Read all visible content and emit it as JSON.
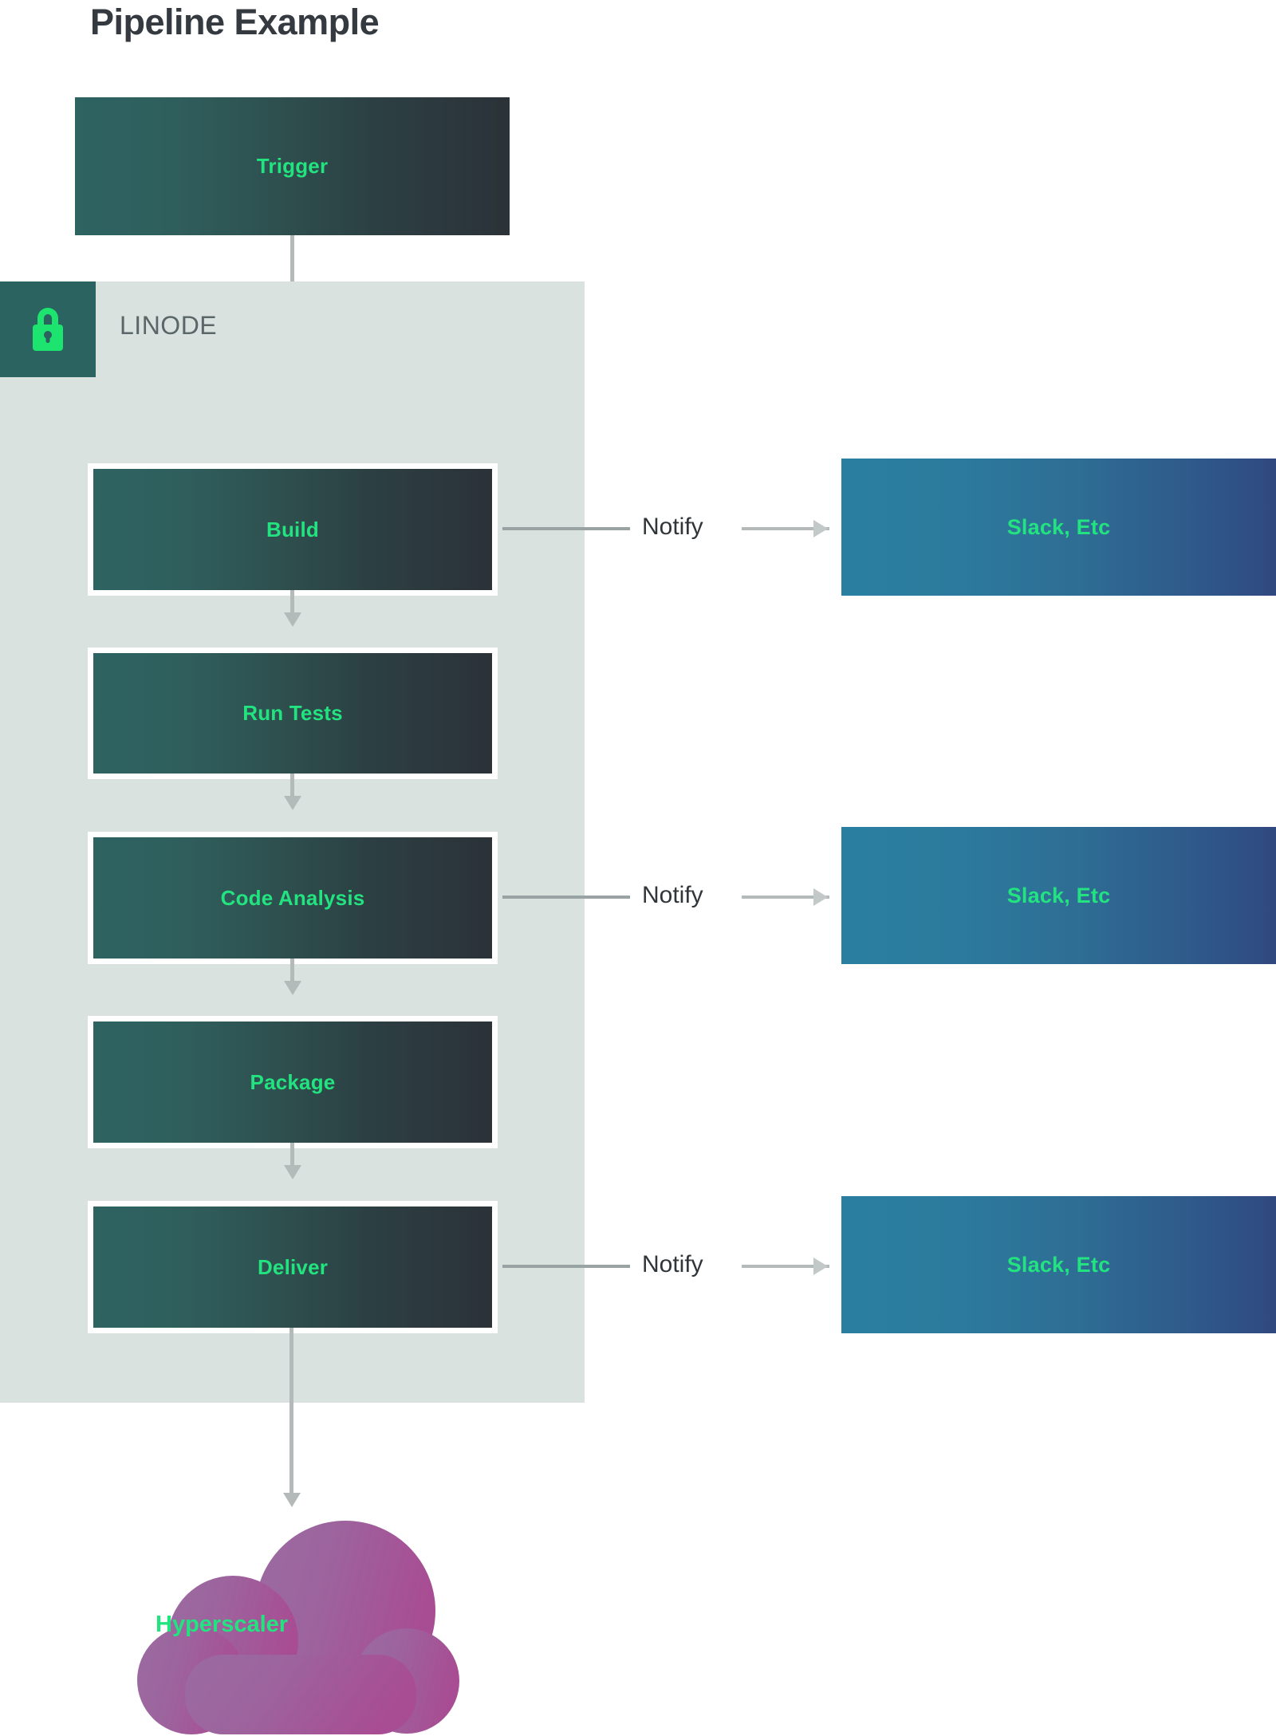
{
  "title": "Pipeline Example",
  "colors": {
    "accent_green": "#22e37f",
    "stage_gradient_start": "#2d6361",
    "stage_gradient_end": "#2b3238",
    "notify_gradient_start": "#2a7fa0",
    "notify_gradient_end": "#30497f",
    "zone_background": "#dae2e0",
    "zone_tab": "#2b6360",
    "connector": "#b4b9b9",
    "title_text": "#343a40",
    "zone_title_text": "#5a6668",
    "cloud_start": "#9a6b9e",
    "cloud_end": "#a34d93"
  },
  "trigger": {
    "label": "Trigger"
  },
  "zone": {
    "name": "LINODE",
    "icon": "lock-icon"
  },
  "stages": [
    {
      "label": "Build"
    },
    {
      "label": "Run Tests"
    },
    {
      "label": "Code Analysis"
    },
    {
      "label": "Package"
    },
    {
      "label": "Deliver"
    }
  ],
  "notifications": [
    {
      "edge_label": "Notify",
      "target_label": "Slack, Etc",
      "from_stage": "Build"
    },
    {
      "edge_label": "Notify",
      "target_label": "Slack, Etc",
      "from_stage": "Code Analysis"
    },
    {
      "edge_label": "Notify",
      "target_label": "Slack, Etc",
      "from_stage": "Deliver"
    }
  ],
  "cloud": {
    "label": "Hyperscaler"
  }
}
